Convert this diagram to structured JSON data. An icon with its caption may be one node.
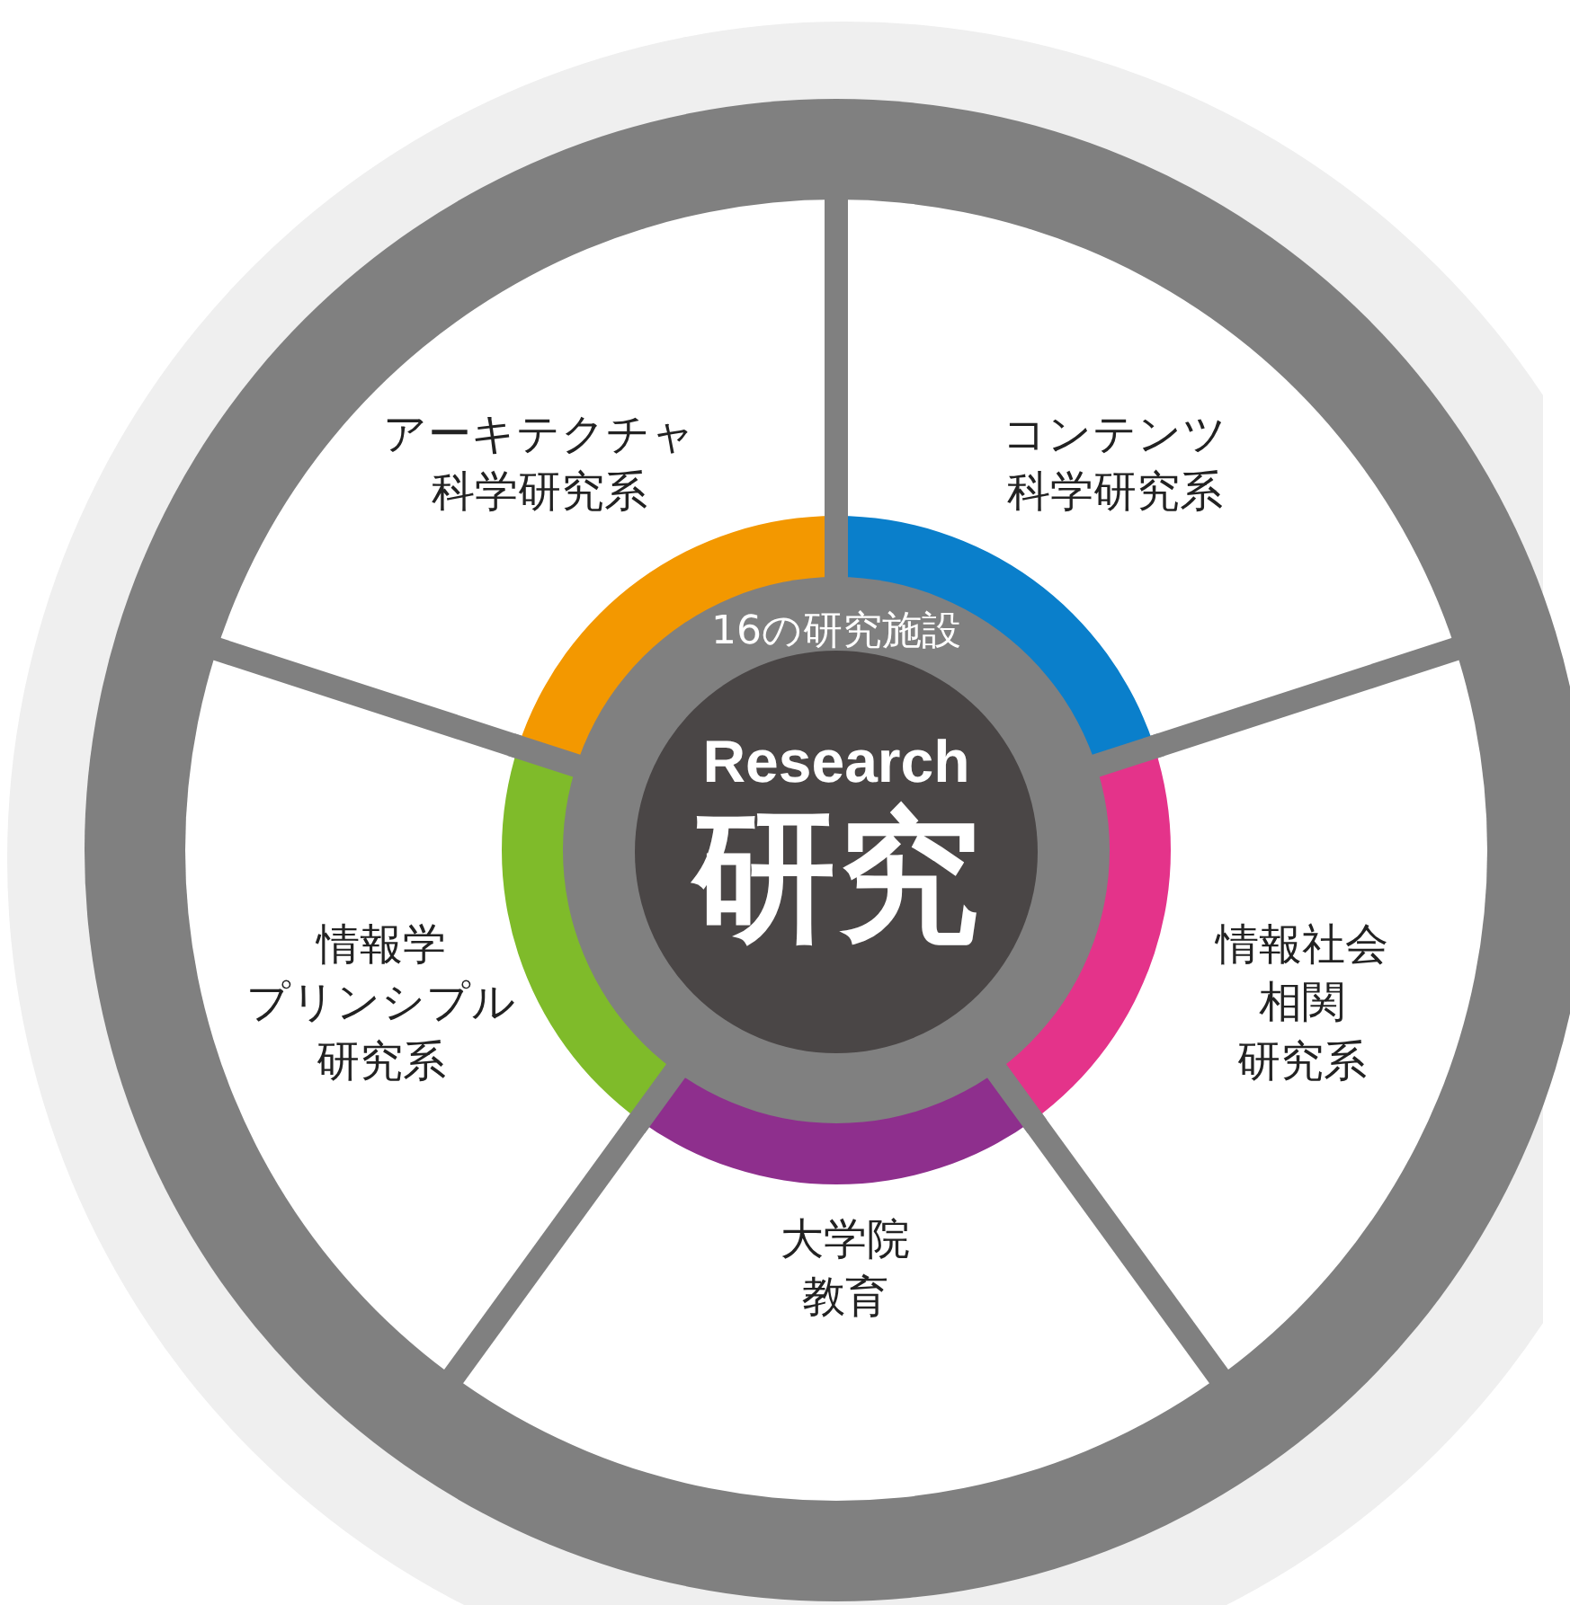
{
  "diagram": {
    "nodes": [
      {
        "text": [
          "16の研究施設"
        ]
      },
      {
        "text": [
          "Research",
          "研究"
        ],
        "in": 0
      },
      {
        "text": [
          "アーキテクチャ科学研究系"
        ]
      },
      {
        "text": [
          "コンテンツ科学研究系"
        ]
      },
      {
        "text": [
          "情報学プリンシプル研究系"
        ]
      },
      {
        "text": [
          "情報社会相関研究系"
        ]
      },
      {
        "text": [
          "大学院教育"
        ]
      }
    ]
  }
}
